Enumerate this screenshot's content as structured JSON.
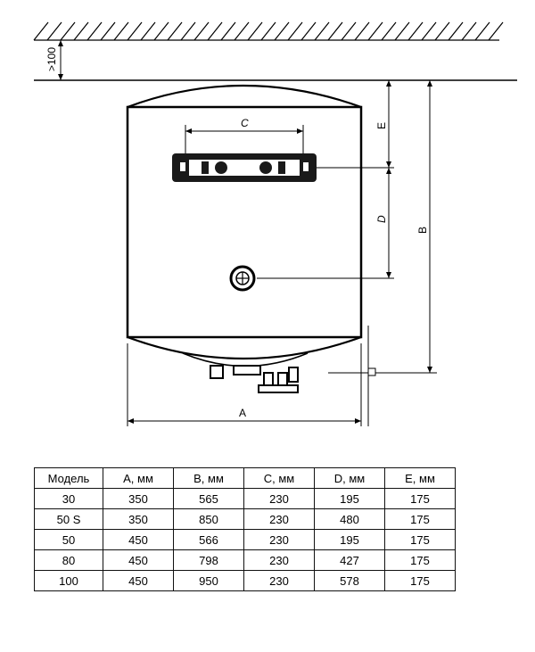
{
  "drawing": {
    "labels": {
      "ceiling_clearance": ">100",
      "A": "A",
      "B": "B",
      "C": "C",
      "D": "D",
      "E": "E"
    }
  },
  "table": {
    "headers": [
      "Модель",
      "A, мм",
      "B, мм",
      "C, мм",
      "D, мм",
      "E, мм"
    ],
    "rows": [
      [
        "30",
        "350",
        "565",
        "230",
        "195",
        "175"
      ],
      [
        "50 S",
        "350",
        "850",
        "230",
        "480",
        "175"
      ],
      [
        "50",
        "450",
        "566",
        "230",
        "195",
        "175"
      ],
      [
        "80",
        "450",
        "798",
        "230",
        "427",
        "175"
      ],
      [
        "100",
        "450",
        "950",
        "230",
        "578",
        "175"
      ]
    ]
  }
}
